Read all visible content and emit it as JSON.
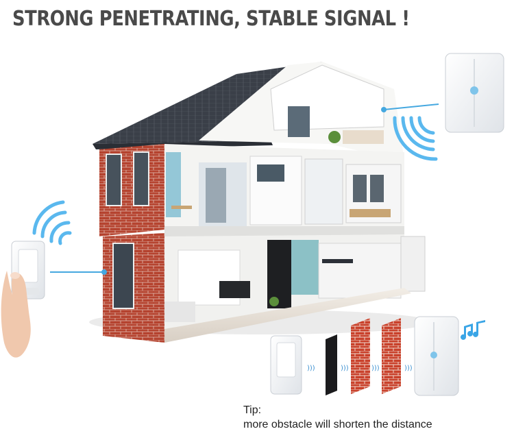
{
  "headline": "STRONG PENETRATING, STABLE SIGNAL !",
  "tip": {
    "label": "Tip:",
    "text": "more obstacle will shorten the distance"
  },
  "colors": {
    "headline": "#4a4a4a",
    "signal_line": "#45a8e0",
    "signal_wave": "#5ab8ee",
    "brick": "#b5432f",
    "roof": "#3a3f48",
    "device_body": "#f4f6f8"
  },
  "icons": [
    "music-notes-icon",
    "signal-wave-icon"
  ]
}
